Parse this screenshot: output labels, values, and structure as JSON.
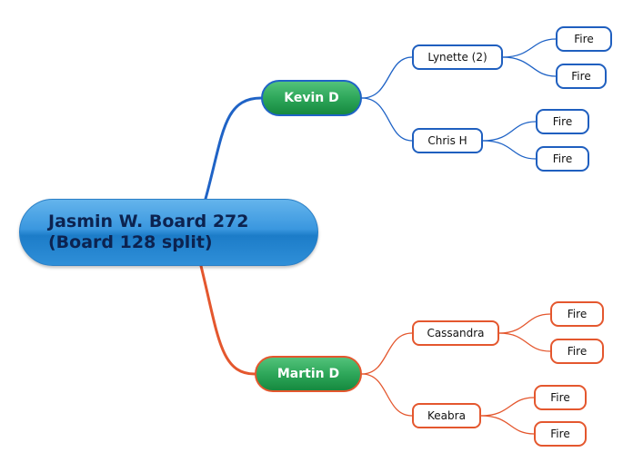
{
  "root": {
    "title": "Jasmin W. Board 272\n(Board 128 split)"
  },
  "branches": [
    {
      "label": "Kevin D",
      "color": "#1f63c6",
      "children": [
        {
          "label": "Lynette (2)",
          "leaves": [
            "Fire",
            "Fire"
          ]
        },
        {
          "label": "Chris H",
          "leaves": [
            "Fire",
            "Fire"
          ]
        }
      ]
    },
    {
      "label": "Martin D",
      "color": "#e4572e",
      "children": [
        {
          "label": "Cassandra",
          "leaves": [
            "Fire",
            "Fire"
          ]
        },
        {
          "label": "Keabra",
          "leaves": [
            "Fire",
            "Fire"
          ]
        }
      ]
    }
  ]
}
